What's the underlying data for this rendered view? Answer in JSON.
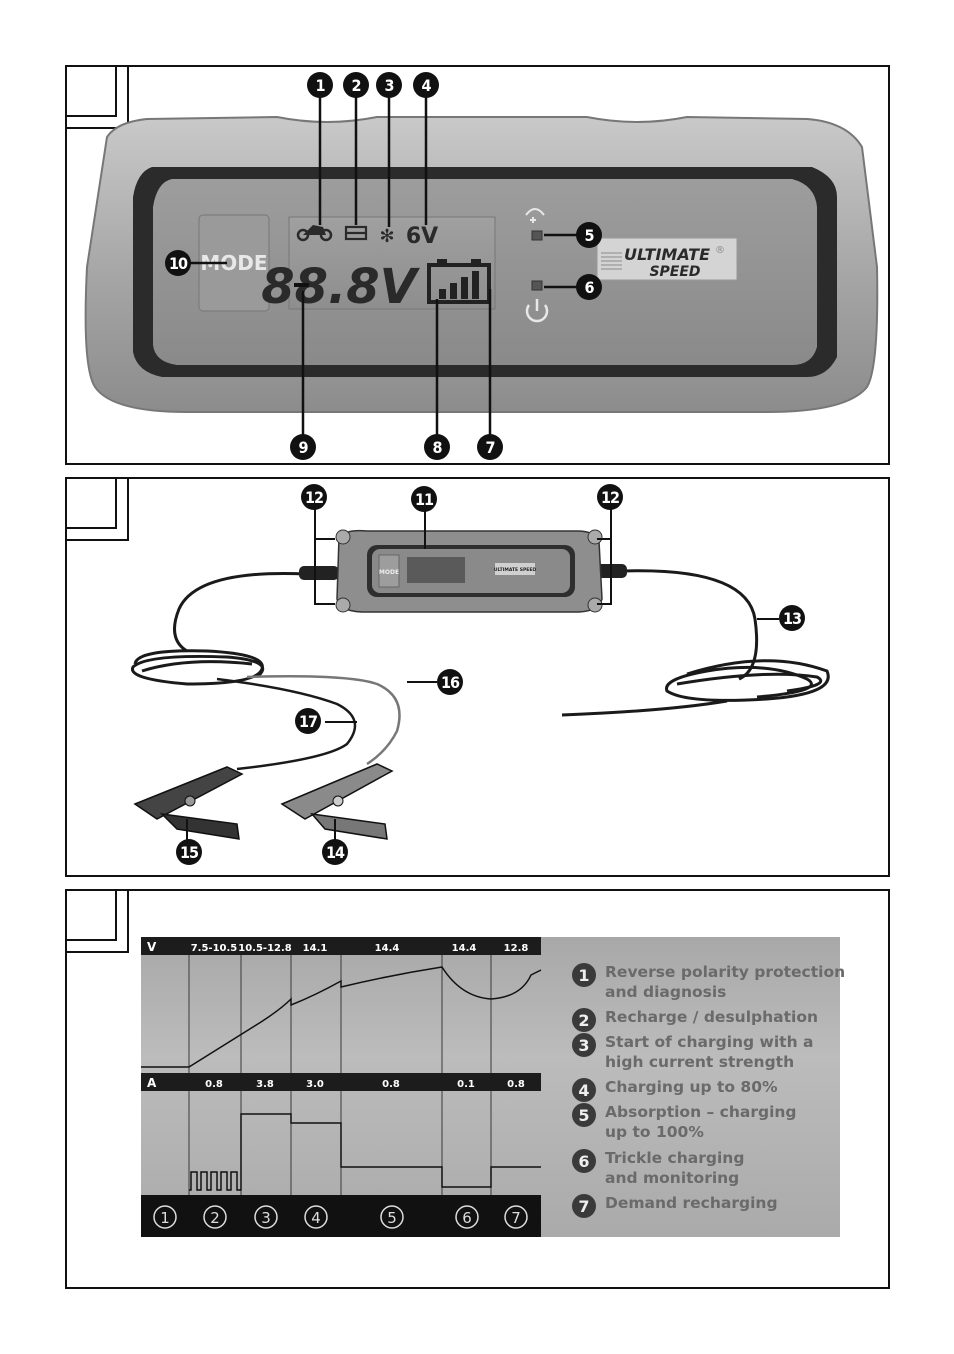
{
  "fig1": {
    "display": {
      "mode_label": "MODE",
      "voltage": "88.8V",
      "volt_mode": "6V",
      "brand_line1": "ULTIMATE",
      "brand_line2": "SPEED",
      "reg": "®"
    },
    "callouts": [
      "1",
      "2",
      "3",
      "4",
      "5",
      "6",
      "7",
      "8",
      "9",
      "10"
    ]
  },
  "fig2": {
    "device": {
      "mode_label": "MODE",
      "brand": "ULTIMATE SPEED"
    },
    "callouts": [
      "11",
      "12",
      "12",
      "13",
      "14",
      "15",
      "16",
      "17"
    ]
  },
  "fig3": {
    "voltage_header": {
      "label": "V",
      "values": [
        "7.5-10.5",
        "10.5-12.8",
        "14.1",
        "14.4",
        "14.4",
        "12.8"
      ]
    },
    "current_header": {
      "label": "A",
      "values": [
        "0.8",
        "3.8",
        "3.0",
        "0.8",
        "0.1",
        "0.8"
      ]
    },
    "phases": [
      "1",
      "2",
      "3",
      "4",
      "5",
      "6",
      "7"
    ],
    "legend": [
      {
        "num": "1",
        "text_lines": [
          "Reverse polarity protection",
          "and diagnosis"
        ]
      },
      {
        "num": "2",
        "text_lines": [
          "Recharge / desulphation"
        ]
      },
      {
        "num": "3",
        "text_lines": [
          "Start of charging with a",
          "high current strength"
        ]
      },
      {
        "num": "4",
        "text_lines": [
          "Charging up to 80%"
        ]
      },
      {
        "num": "5",
        "text_lines": [
          "Absorption – charging",
          "up to 100%"
        ]
      },
      {
        "num": "6",
        "text_lines": [
          "Trickle charging",
          "and monitoring"
        ]
      },
      {
        "num": "7",
        "text_lines": [
          "Demand recharging"
        ]
      }
    ]
  }
}
